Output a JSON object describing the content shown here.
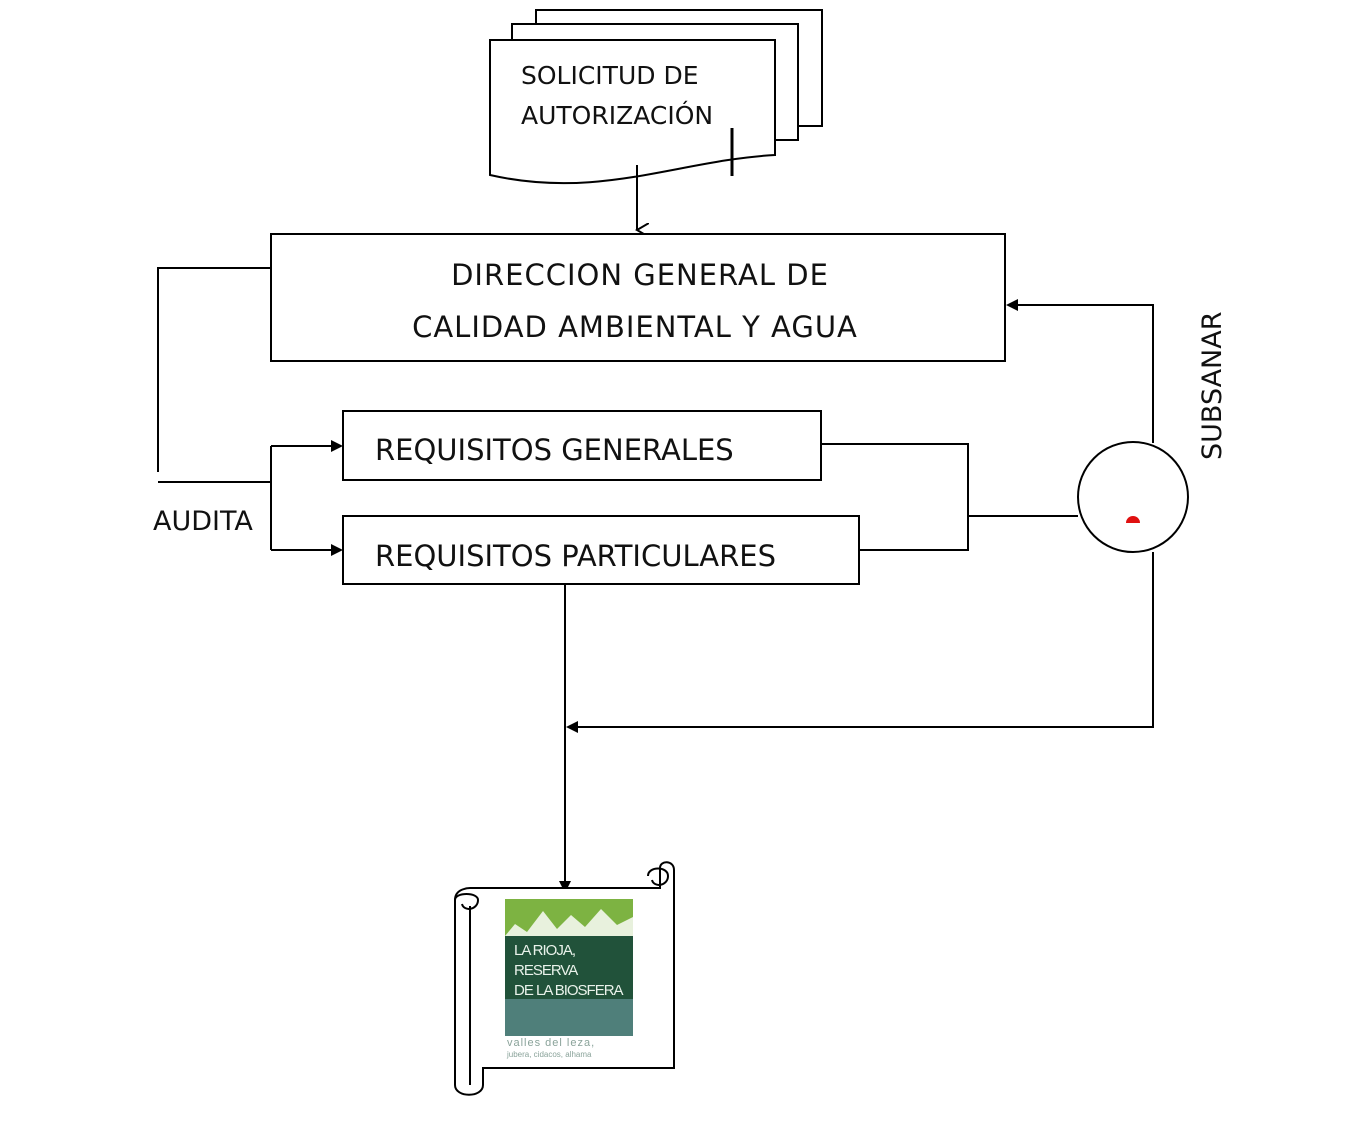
{
  "document": {
    "line1": "SOLICITUD DE",
    "line2": "AUTORIZACIÓN"
  },
  "direccion": {
    "line1": "DIRECCION GENERAL DE",
    "line2": "CALIDAD AMBIENTAL Y AGUA"
  },
  "requisitos": {
    "generales": "REQUISITOS GENERALES",
    "particulares": "REQUISITOS PARTICULARES"
  },
  "labels": {
    "audita": "AUDITA",
    "subsanar": "SUBSANAR"
  },
  "logo": {
    "line1": "LA RIOJA,",
    "line2": "RESERVA",
    "line3": "DE LA BIOSFERA",
    "footer1": "valles del leza,",
    "footer2": "jubera, cidacos, alhama"
  },
  "colors": {
    "logo_green": "#7db342",
    "logo_dark": "#21523a",
    "decision_marker": "#e01010"
  }
}
